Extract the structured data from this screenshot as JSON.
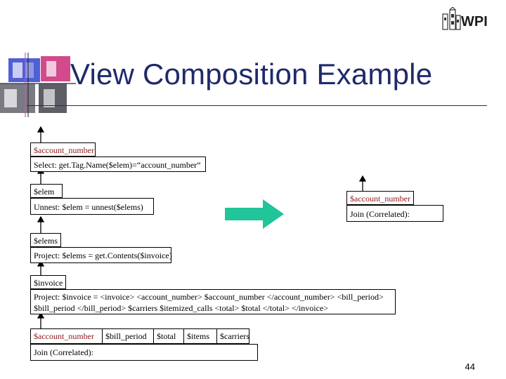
{
  "title": "View Composition Example",
  "logo": {
    "text": "WPI"
  },
  "left_plan": {
    "top_output": "$account_number",
    "select_op": "Select: get.Tag.Name($elem)=“account_number”",
    "elem_output": "$elem",
    "unnest_op": "Unnest: $elem = unnest($elems)",
    "elems_output": "$elems",
    "project1_op": "Project: $elems = get.Contents($invoice)",
    "invoice_output": "$invoice",
    "project2_line1": "Project: $invoice = <invoice> <account_number> $account_number </account_number> <bill_period>",
    "project2_line2": "$bill_period </bill_period> $carriers $itemized_calls <total> $total </total> </invoice>",
    "bottom_cols": [
      "$account_number",
      "$bill_period",
      "$total",
      "$items",
      "$carriers"
    ],
    "join_op": "Join (Correlated):"
  },
  "right_plan": {
    "output": "$account_number",
    "join_op": "Join (Correlated):"
  },
  "colors": {
    "title": "#1f2a6b",
    "arrow": "#22c49a",
    "red_text": "#8b1a1a"
  },
  "page_number": "44"
}
